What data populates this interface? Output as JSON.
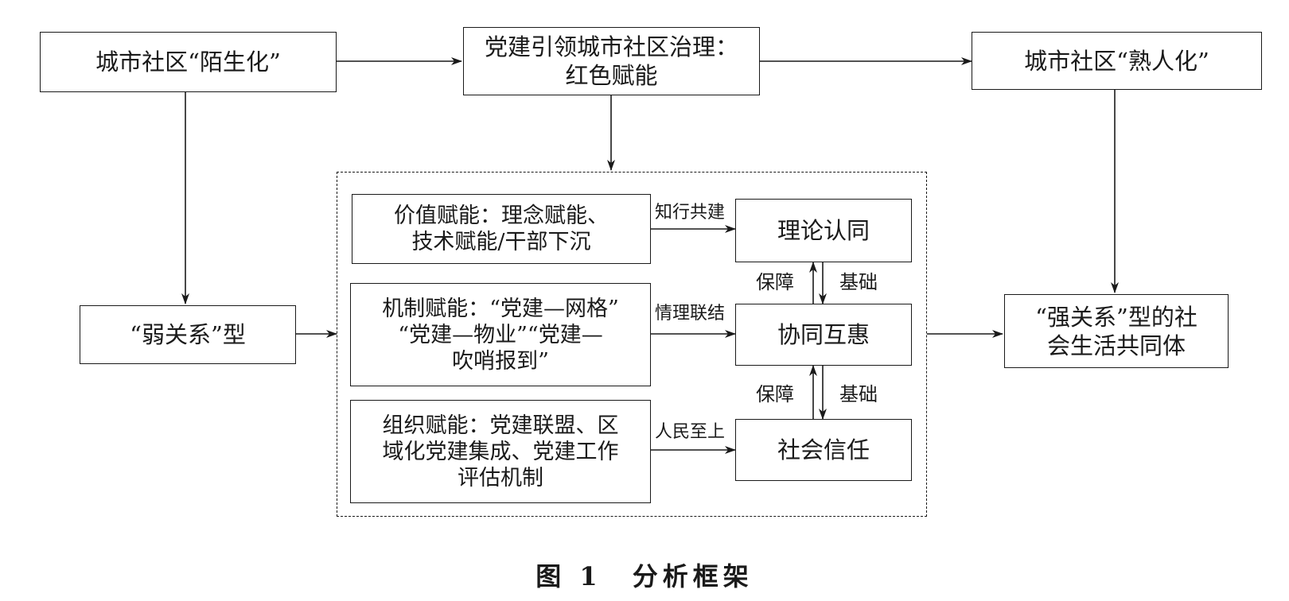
{
  "nodes": {
    "unfamiliar": "城市社区“陌生化”",
    "party_lead": [
      "党建引领城市社区治理：",
      "红色赋能"
    ],
    "familiar": "城市社区“熟人化”",
    "weak_ties": "“弱关系”型",
    "strong_ties": [
      "“强关系”型的社",
      "会生活共同体"
    ],
    "value_enable": [
      "价值赋能：理念赋能、",
      "技术赋能/干部下沉"
    ],
    "mechanism_enable": [
      "机制赋能：“党建—网格”",
      "“党建—物业”“党建—",
      "吹哨报到”"
    ],
    "organization_enable": [
      "组织赋能：党建联盟、区",
      "域化党建集成、党建工作",
      "评估机制"
    ],
    "theory_identity": "理论认同",
    "collab_benefit": "协同互惠",
    "social_trust": "社会信任"
  },
  "edge_labels": {
    "knowing_doing": "知行共建",
    "emotion_reason": "情理联结",
    "people_first": "人民至上",
    "guarantee_top": "保障",
    "basis_top": "基础",
    "guarantee_bottom": "保障",
    "basis_bottom": "基础"
  },
  "caption": "图 1　分析框架"
}
